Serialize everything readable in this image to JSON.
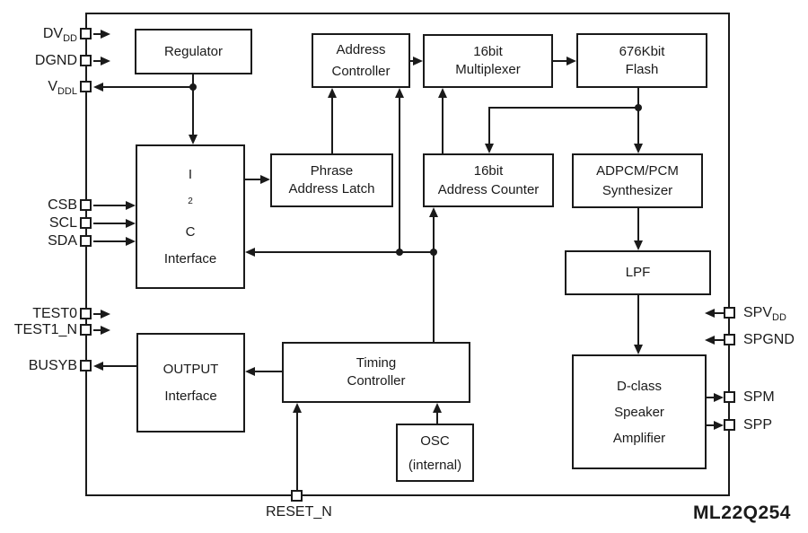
{
  "part_number": "ML22Q254",
  "colors": {
    "line": "#1a1a1a",
    "background": "#ffffff",
    "block_fill": "#ffffff"
  },
  "blocks": {
    "regulator": {
      "line1": "Regulator"
    },
    "address_controller": {
      "line1": "Address",
      "line2": "Controller"
    },
    "multiplexer_16bit": {
      "line1": "16bit",
      "line2": "Multiplexer"
    },
    "flash_676kbit": {
      "line1": "676Kbit",
      "line2": "Flash"
    },
    "i2c_interface": {
      "l1_base": "I",
      "l1_sup": "2",
      "l1_rest": "C",
      "line2": "Interface"
    },
    "phrase_address_latch": {
      "line1": "Phrase",
      "line2": "Address Latch"
    },
    "address_counter_16bit": {
      "line1": "16bit",
      "line2": "Address Counter"
    },
    "adpcm_pcm_synthesizer": {
      "line1": "ADPCM/PCM",
      "line2": "Synthesizer"
    },
    "lpf": {
      "line1": "LPF"
    },
    "dclass_speaker_amplifier": {
      "line1": "D-class",
      "line2": "Speaker",
      "line3": "Amplifier"
    },
    "output_interface": {
      "line1": "OUTPUT",
      "line2": "Interface"
    },
    "timing_controller": {
      "line1": "Timing",
      "line2": "Controller"
    },
    "osc_internal": {
      "line1": "OSC",
      "line2": "(internal)"
    }
  },
  "pins": {
    "dvdd": {
      "label": "DV",
      "sub": "DD"
    },
    "dgnd": {
      "label": "DGND"
    },
    "vddl": {
      "label": "V",
      "sub": "DDL"
    },
    "csb": {
      "label": "CSB"
    },
    "scl": {
      "label": "SCL"
    },
    "sda": {
      "label": "SDA"
    },
    "test0": {
      "label": "TEST0"
    },
    "test1_n": {
      "label": "TEST1_N"
    },
    "busyb": {
      "label": "BUSYB"
    },
    "spvdd": {
      "label": "SPV",
      "sub": "DD"
    },
    "spgnd": {
      "label": "SPGND"
    },
    "spm": {
      "label": "SPM"
    },
    "spp": {
      "label": "SPP"
    },
    "reset_n": {
      "label": "RESET_N"
    }
  }
}
